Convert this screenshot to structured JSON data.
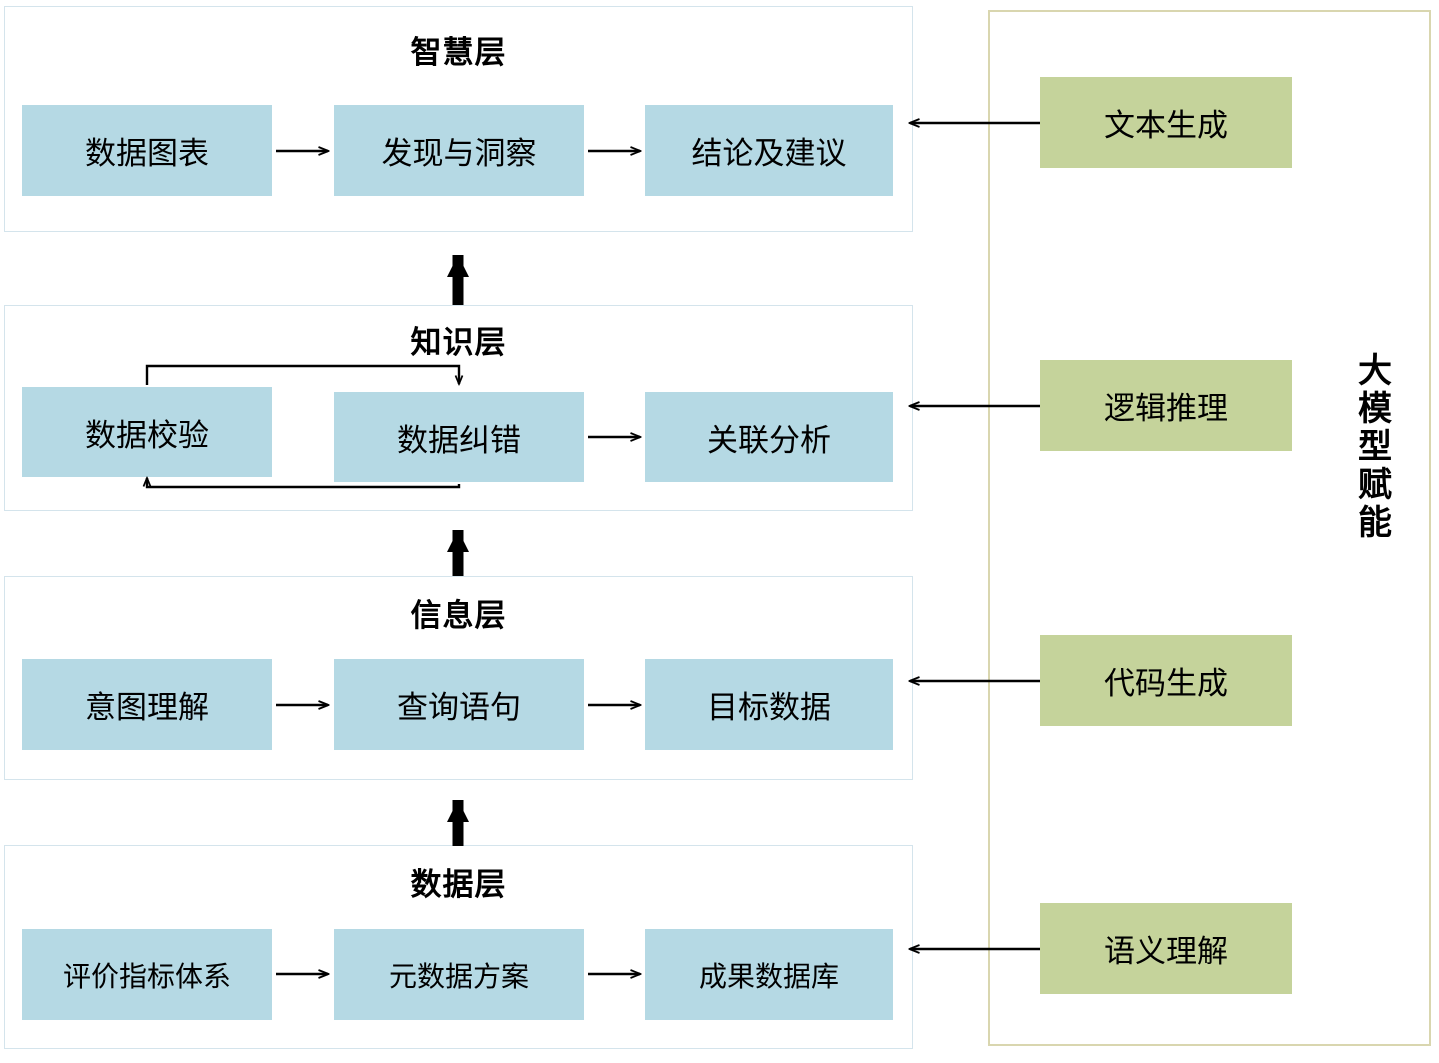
{
  "diagram": {
    "title_semantic": "layered-data-intelligence-architecture",
    "colors": {
      "process_box_fill": "#b5d9e4",
      "capability_box_fill": "#c5d39b",
      "layer_panel_border": "#d4e4ec",
      "capability_panel_border": "#d9d6af",
      "arrow_stroke": "#000000",
      "text": "#000000",
      "background": "#ffffff"
    },
    "layers": [
      {
        "id": "wisdom",
        "title": "智慧层",
        "boxes": [
          {
            "label": "数据图表"
          },
          {
            "label": "发现与洞察"
          },
          {
            "label": "结论及建议"
          }
        ],
        "flow": "数据图表 → 发现与洞察 → 结论及建议"
      },
      {
        "id": "knowledge",
        "title": "知识层",
        "boxes": [
          {
            "label": "数据校验"
          },
          {
            "label": "数据纠错"
          },
          {
            "label": "关联分析"
          }
        ],
        "flow": "数据校验 ⇄ 数据纠错 → 关联分析"
      },
      {
        "id": "information",
        "title": "信息层",
        "boxes": [
          {
            "label": "意图理解"
          },
          {
            "label": "查询语句"
          },
          {
            "label": "目标数据"
          }
        ],
        "flow": "意图理解 → 查询语句 → 目标数据"
      },
      {
        "id": "data",
        "title": "数据层",
        "boxes": [
          {
            "label": "评价指标体系"
          },
          {
            "label": "元数据方案"
          },
          {
            "label": "成果数据库"
          }
        ],
        "flow": "评价指标体系 → 元数据方案 → 成果数据库"
      }
    ],
    "capability_panel": {
      "vertical_label": "大模型赋能",
      "vertical_label_chars": [
        "大",
        "模",
        "型",
        "赋",
        "能"
      ],
      "boxes": [
        {
          "label": "文本生成",
          "feeds_layer": "智慧层"
        },
        {
          "label": "逻辑推理",
          "feeds_layer": "知识层"
        },
        {
          "label": "代码生成",
          "feeds_layer": "信息层"
        },
        {
          "label": "语义理解",
          "feeds_layer": "数据层"
        }
      ]
    },
    "stack_order_bottom_to_top": [
      "数据层",
      "信息层",
      "知识层",
      "智慧层"
    ]
  }
}
